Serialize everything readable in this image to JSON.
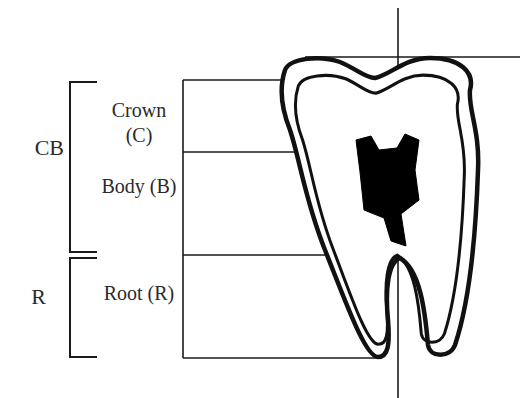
{
  "diagram": {
    "labels": [
      "Crown (C)",
      "CB",
      "Body (B)",
      "R",
      "Root (R)"
    ]
  }
}
